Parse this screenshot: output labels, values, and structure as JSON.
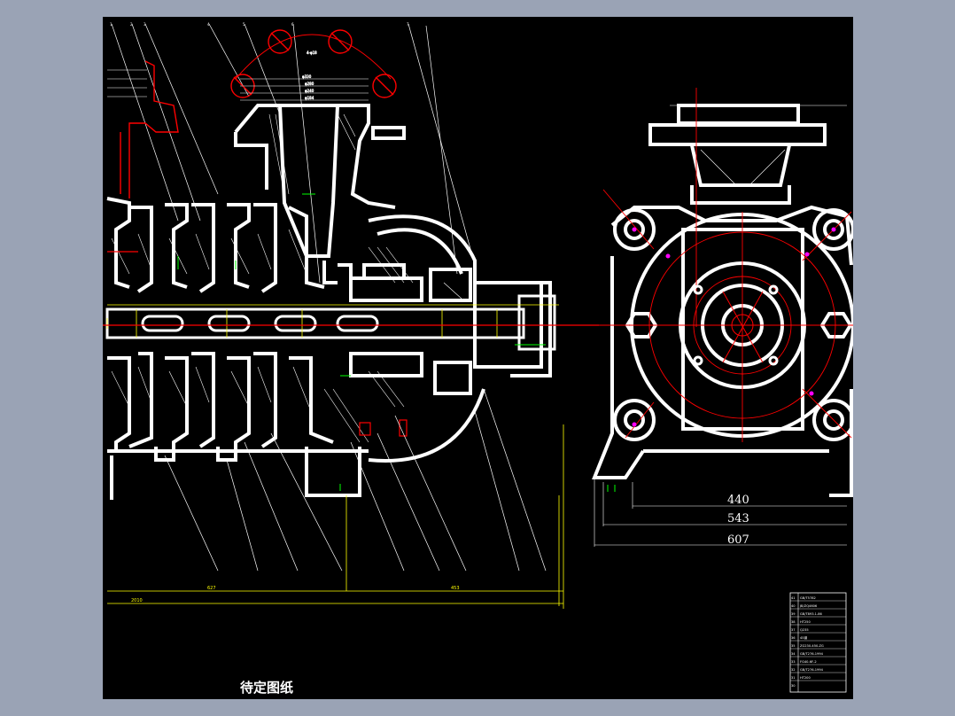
{
  "drawing": {
    "title": "待定图纸",
    "dimensions": {
      "width_440": "440",
      "width_543": "543",
      "width_607": "607",
      "dim_bottom_left": "2010",
      "dim_bottom_mid": "627",
      "dim_bottom_right": "453"
    },
    "parts_table": {
      "rows": [
        {
          "no": "41",
          "text": "GB/T5782"
        },
        {
          "no": "40",
          "text": "JB/ZQ4606"
        },
        {
          "no": "39",
          "text": "GB/T893.1-86"
        },
        {
          "no": "38",
          "text": "HT250"
        },
        {
          "no": "37",
          "text": "Q235"
        },
        {
          "no": "36",
          "text": "45钢"
        },
        {
          "no": "35",
          "text": "ZG230-450-ZG"
        },
        {
          "no": "34",
          "text": "GB/T276-1994"
        },
        {
          "no": "33",
          "text": "FG40-6F-2"
        },
        {
          "no": "32",
          "text": "GB/T276-1994"
        },
        {
          "no": "31",
          "text": "HT200"
        },
        {
          "no": "30",
          "text": ""
        }
      ]
    },
    "colors": {
      "background": "#000000",
      "frame": "#9aa3b5",
      "outline": "#ffffff",
      "centerline": "#ff0000",
      "dimension": "#ffff00",
      "leader": "#ffffff",
      "hole_marker": "#ff00ff",
      "accent": "#00ff00"
    }
  }
}
